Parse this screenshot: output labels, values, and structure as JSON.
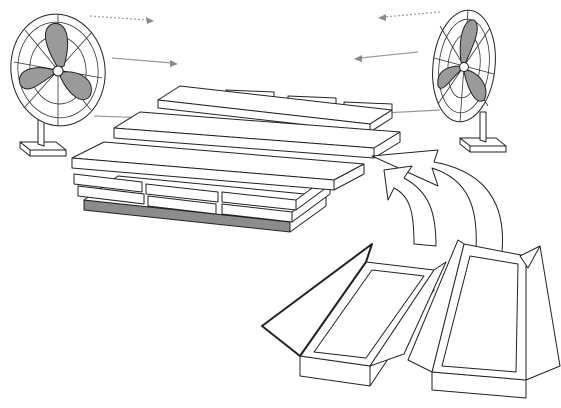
{
  "scene": {
    "colors": {
      "outline": "#222222",
      "fan_blade": "#9a9a9a",
      "airflow": "#9a9a9a",
      "pallet_base": "#8c8c8c",
      "background": "#ffffff"
    },
    "objects": [
      "fan-left",
      "fan-right",
      "airflow-arrows",
      "stacked-boards-on-pallet",
      "curved-transfer-arrows",
      "open-boxes"
    ]
  }
}
